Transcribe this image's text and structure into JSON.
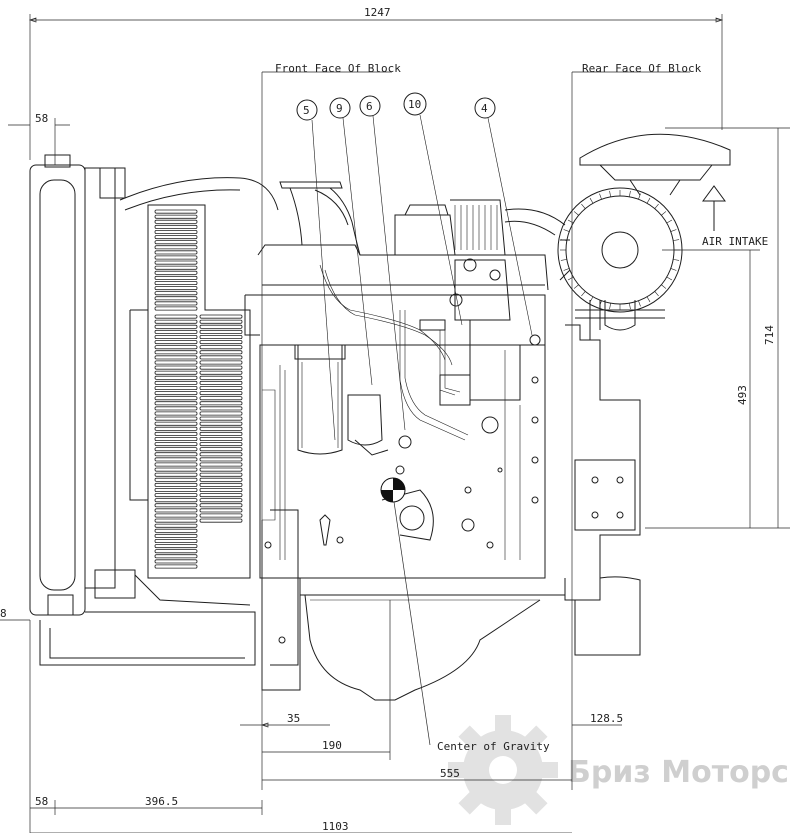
{
  "labels": {
    "front_face": "Front Face Of Block",
    "rear_face": "Rear Face Of Block",
    "air_intake": "AIR INTAKE",
    "center_of_gravity": "Center of Gravity"
  },
  "callouts": [
    "5",
    "9",
    "6",
    "10",
    "4"
  ],
  "dimensions": {
    "overall_width": "1247",
    "radiator_top_offset": "58",
    "left_edge_small": "8",
    "height_total": "714",
    "height_cg": "493",
    "front_offset": "35",
    "cg_from_front": "190",
    "rear_overhang": "128.5",
    "block_length": "555",
    "bottom_left": "58",
    "bottom_radiator": "396.5",
    "overall_length": "1103"
  },
  "watermark": {
    "text": "Бриз Моторс",
    "color": "#cfcfcf"
  }
}
